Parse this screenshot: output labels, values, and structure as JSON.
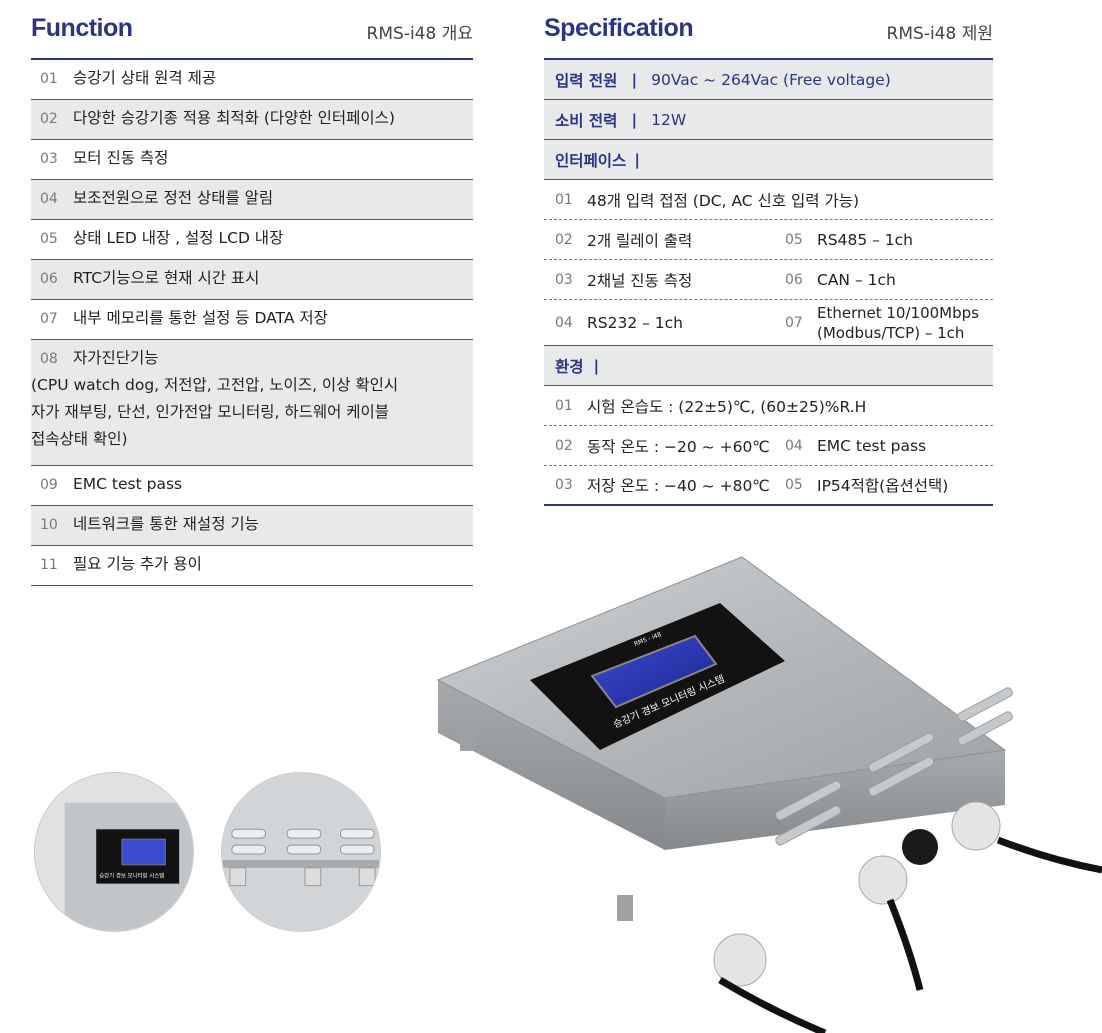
{
  "function": {
    "title": "Function",
    "subtitle": "RMS-i48 개요",
    "items": [
      {
        "num": "01",
        "text": "승강기 상태 원격 제공"
      },
      {
        "num": "02",
        "text": "다양한 승강기종 적용 최적화 (다양한 인터페이스)"
      },
      {
        "num": "03",
        "text": "모터 진동 측정"
      },
      {
        "num": "04",
        "text": "보조전원으로 정전 상태를 알림"
      },
      {
        "num": "05",
        "text": "상태 LED 내장 , 설정 LCD 내장"
      },
      {
        "num": "06",
        "text": "RTC기능으로 현재 시간 표시"
      },
      {
        "num": "07",
        "text": "내부 메모리를 통한 설정 등 DATA 저장"
      },
      {
        "num": "08",
        "text": "자가진단기능",
        "lines": [
          "(CPU watch dog, 저전압, 고전압, 노이즈, 이상 확인시",
          "자가 재부팅, 단선, 인가전압 모니터링, 하드웨어 케이블",
          "접속상태 확인)"
        ]
      },
      {
        "num": "09",
        "text": "EMC test pass"
      },
      {
        "num": "10",
        "text": "네트워크를 통한 재설정 기능"
      },
      {
        "num": "11",
        "text": "필요 기능 추가 용이"
      }
    ]
  },
  "spec": {
    "title": "Specification",
    "subtitle": "RMS-i48 제원",
    "input_power": {
      "label": "입력 전원",
      "sep": "|",
      "value": "90Vac ~ 264Vac (Free voltage)"
    },
    "power_consumption": {
      "label": "소비 전력",
      "sep": "|",
      "value": "12W"
    },
    "interface": {
      "label": "인터페이스",
      "sep": "|",
      "rows": [
        {
          "n1": "01",
          "v1": "48개 입력 접점 (DC, AC 신호 입력 가능)"
        },
        {
          "n1": "02",
          "v1": "2개 릴레이 출력",
          "n2": "05",
          "v2": "RS485 – 1ch"
        },
        {
          "n1": "03",
          "v1": "2채널 진동 측정",
          "n2": "06",
          "v2": "CAN – 1ch"
        },
        {
          "n1": "04",
          "v1": "RS232 – 1ch",
          "n2": "07",
          "v2a": "Ethernet 10/100Mbps",
          "v2b": "(Modbus/TCP) – 1ch"
        }
      ]
    },
    "environment": {
      "label": "환경",
      "sep": "|",
      "rows": [
        {
          "n1": "01",
          "v1": "시험 온습도 : (22±5)℃, (60±25)%R.H"
        },
        {
          "n1": "02",
          "v1": "동작 온도 : −20 ~ +60℃",
          "n2": "04",
          "v2": "EMC test pass"
        },
        {
          "n1": "03",
          "v1": "저장 온도 : −40 ~ +80℃",
          "n2": "05",
          "v2": "IP54적합(옵션선택)"
        }
      ]
    }
  },
  "device_photo": {
    "panel_model": "RMS - i48",
    "panel_title": "승강기 경보 모니터링 시스템"
  },
  "colors": {
    "accent": "#2c3583",
    "row_shade": "#e7e9ea",
    "steel": "#b9bdc0"
  }
}
